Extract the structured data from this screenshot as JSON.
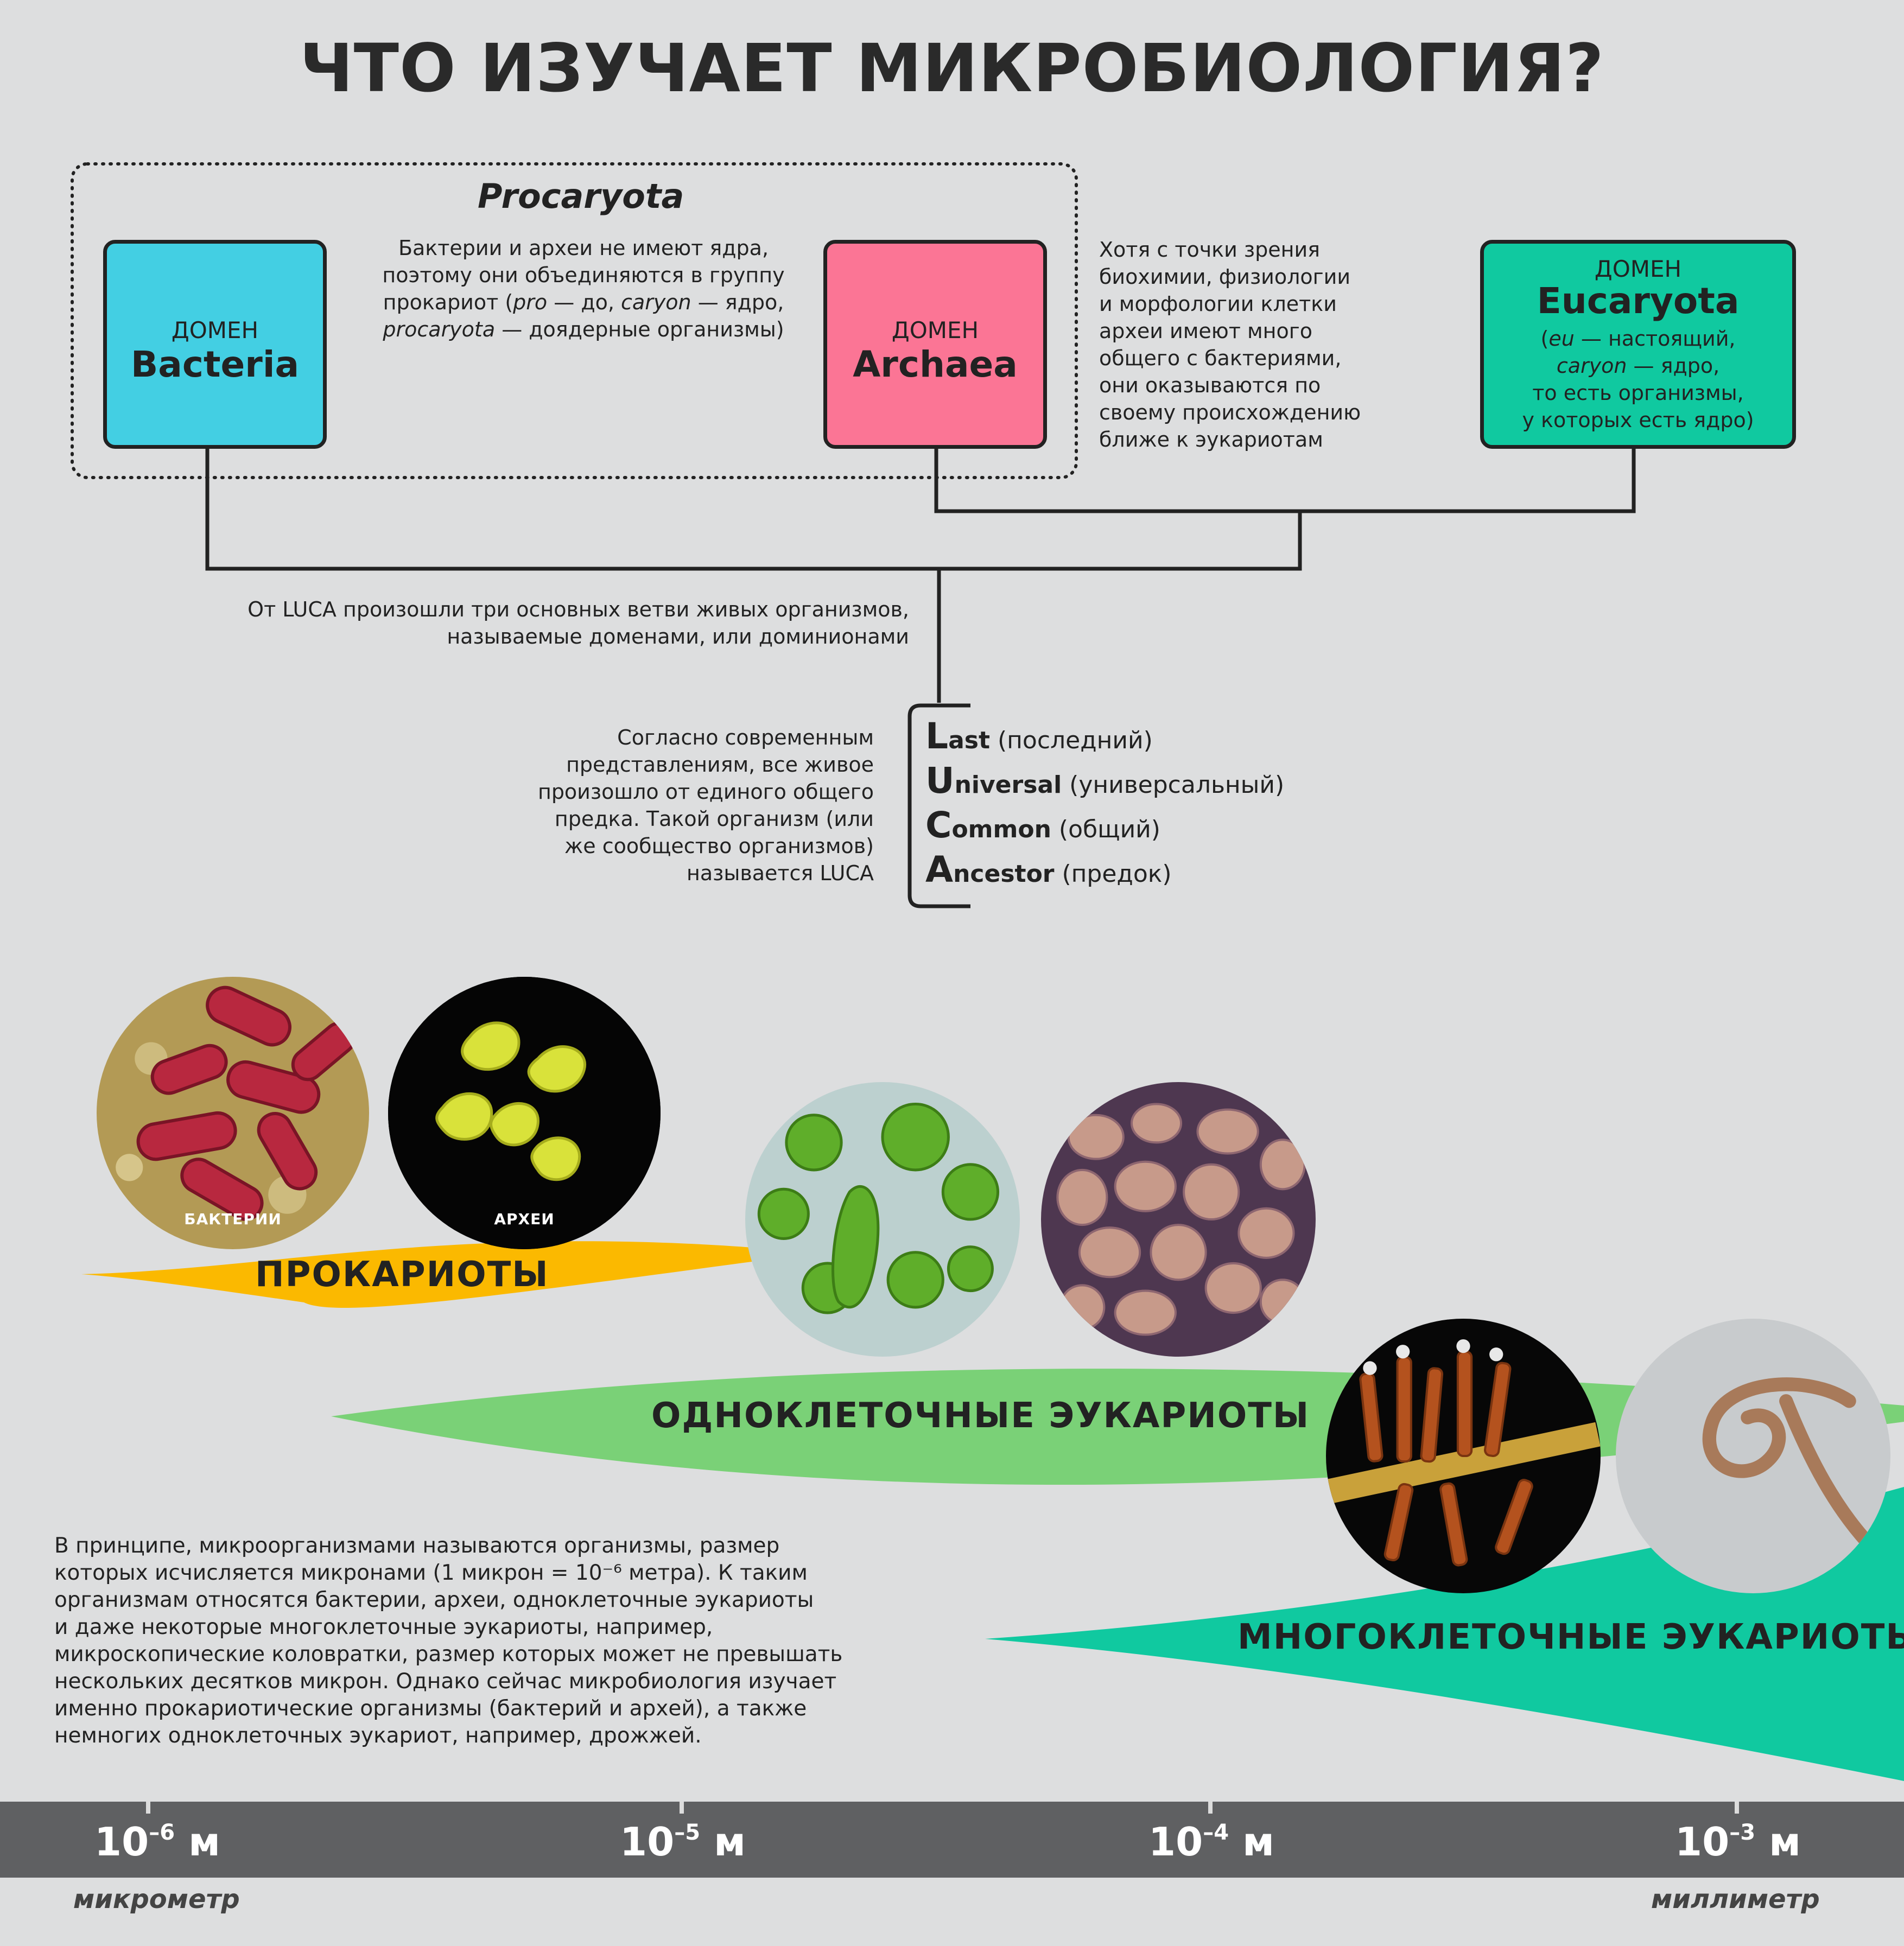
{
  "title": "ЧТО ИЗУЧАЕТ МИКРОБИОЛОГИЯ?",
  "procaryota": {
    "label": "Procaryota",
    "text_lines": [
      "Бактерии и археи не имеют ядра,",
      "поэтому они объединяются в группу",
      "прокариот (<i>pro</i> — до, <i>caryon</i> — ядро,",
      "<i>procaryota</i> — доядерные организмы)"
    ]
  },
  "domains": {
    "bacteria": {
      "label": "ДОМЕН",
      "name": "Bacteria",
      "color": "#43cfe3"
    },
    "archaea": {
      "label": "ДОМЕН",
      "name": "Archaea",
      "color": "#fb7595"
    },
    "eucaryota": {
      "label": "ДОМЕН",
      "name": "Eucaryota",
      "color": "#10c9a0",
      "desc_lines": [
        "(<i>eu</i> — настоящий,",
        "<i>caryon</i> — ядро,",
        "то есть организмы,",
        "у которых есть ядро)"
      ]
    }
  },
  "archaea_note_lines": [
    "Хотя с точки зрения",
    "биохимии, физиологии",
    "и морфологии клетки",
    "археи имеют много",
    "общего с бактериями,",
    "они оказываются по",
    "своему происхождению",
    "ближе к эукариотам"
  ],
  "luca_branch_note_lines": [
    "От LUCA произошли три основных ветви живых организмов,",
    "называемые доменами, или доминионами"
  ],
  "luca_note_lines": [
    "Согласно современным",
    "представлениям, все живое",
    "произошло от единого общего",
    "предка. Такой организм (или",
    "же сообщество организмов)",
    "называется LUCA"
  ],
  "luca": [
    {
      "letter": "L",
      "rest": "ast",
      "translation": " (последний)"
    },
    {
      "letter": "U",
      "rest": "niversal",
      "translation": " (универсальный)"
    },
    {
      "letter": "C",
      "rest": "ommon",
      "translation": " (общий)"
    },
    {
      "letter": "A",
      "rest": "ncestor",
      "translation": " (предок)"
    }
  ],
  "images": {
    "bacteria_label": "БАКТЕРИИ",
    "archaea_label": "АРХЕИ"
  },
  "bands": {
    "prokaryotes": {
      "label": "ПРОКАРИОТЫ",
      "color": "#fbb900"
    },
    "unicellular": {
      "label": "ОДНОКЛЕТОЧНЫЕ  ЭУКАРИОТЫ",
      "color": "#7ad177"
    },
    "multicellular": {
      "label": "МНОГОКЛЕТОЧНЫЕ  ЭУКАРИОТЫ",
      "color": "#10c9a0"
    }
  },
  "description_lines": [
    "В принципе, микроорганизмами называются организмы, размер",
    "которых исчисляется микронами (1 микрон = 10⁻⁶ метра). К таким",
    "организмам относятся бактерии, археи, одноклеточные эукариоты",
    "и даже некоторые многоклеточные эукариоты, например,",
    "микроскопические коловратки, размер которых может не превышать",
    "нескольких десятков микрон. Однако сейчас микробиология изучает",
    "именно прокариотические организмы (бактерий и архей), а также",
    "немногих одноклеточных эукариот, например, дрожжей."
  ],
  "scale": {
    "ticks": [
      {
        "base": "10",
        "exp": "–6",
        "unit": " м"
      },
      {
        "base": "10",
        "exp": "–5",
        "unit": " м"
      },
      {
        "base": "10",
        "exp": "–4",
        "unit": " м"
      },
      {
        "base": "10",
        "exp": "–3",
        "unit": " м"
      }
    ],
    "left_unit": "микрометр",
    "right_unit": "миллиметр"
  }
}
